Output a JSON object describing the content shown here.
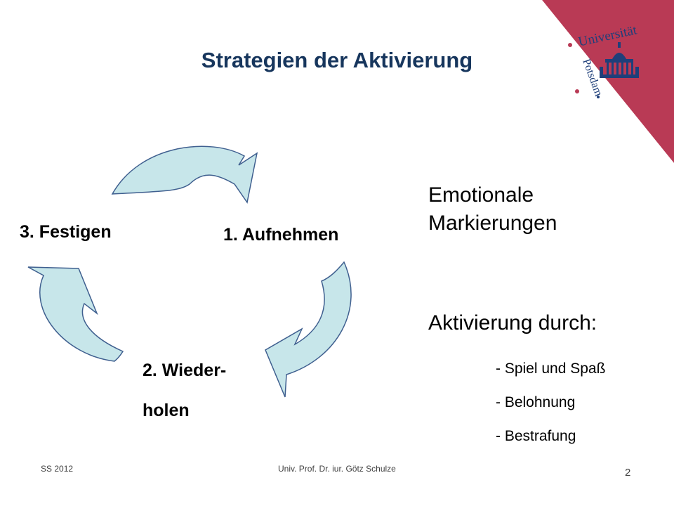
{
  "slide": {
    "title": "Strategien der Aktivierung",
    "logo_text": {
      "top": "Universität",
      "side": "Potsdam"
    },
    "cycle_steps": {
      "step1": "1. Aufnehmen",
      "step2_line1": "2. Wieder-",
      "step2_line2": "holen",
      "step3": "3. Festigen"
    },
    "right_panel": {
      "heading_line1": "Emotionale",
      "heading_line2": "Markierungen",
      "activation_heading": "Aktivierung durch:",
      "bullets": [
        "- Spiel und Spaß",
        "- Belohnung",
        "- Bestrafung"
      ]
    },
    "footer": {
      "semester": "SS 2012",
      "author": "Univ. Prof. Dr. iur. Götz Schulze",
      "page_number": "2"
    },
    "colors": {
      "title": "#17365d",
      "arrow_fill": "#c7e6ea",
      "arrow_stroke": "#3f5f8f",
      "corner_accent": "#b93a55",
      "logo": "#1f3f7a"
    },
    "icons": {
      "logo": "university-seal-icon",
      "arrows": "cycle-arrow-icon"
    }
  }
}
